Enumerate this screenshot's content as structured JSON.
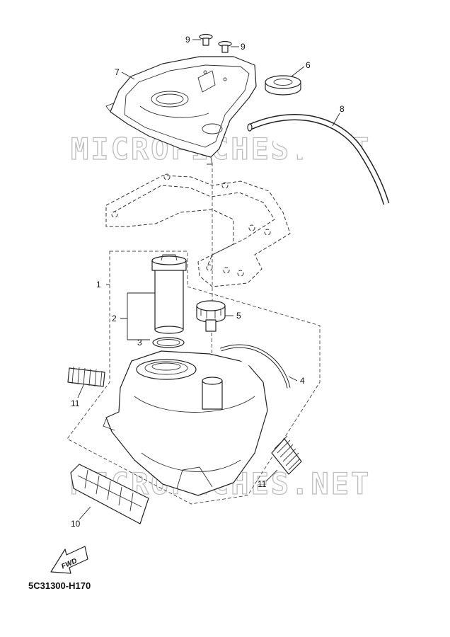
{
  "watermark": "MICROFICHES.NET",
  "diagram_code": "5C31300-H170",
  "fwd_label": "FWD",
  "callouts": {
    "c1": "1",
    "c2": "2",
    "c3": "3",
    "c4": "4",
    "c5": "5",
    "c6": "6",
    "c7": "7",
    "c8": "8",
    "c9a": "9",
    "c9b": "9",
    "c10": "10",
    "c11a": "11",
    "c11b": "11"
  },
  "colors": {
    "line": "#222222",
    "watermark": "#bdbdbd",
    "background": "#ffffff"
  }
}
